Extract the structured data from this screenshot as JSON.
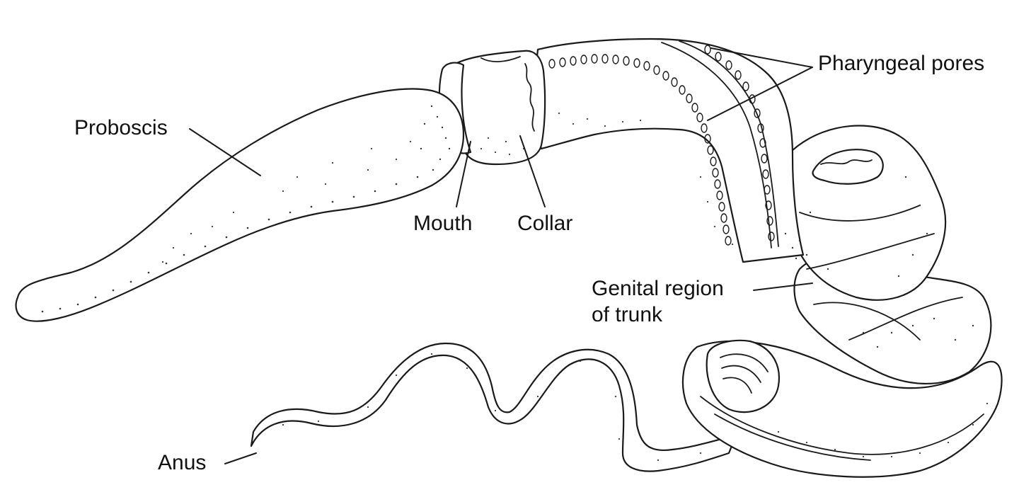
{
  "labels": {
    "proboscis": "Proboscis",
    "mouth": "Mouth",
    "collar": "Collar",
    "pharyngeal_pores": "Pharyngeal pores",
    "genital_region_line1": "Genital region",
    "genital_region_line2": "of trunk",
    "anus": "Anus"
  },
  "colors": {
    "ink": "#1a1a1a",
    "background": "#ffffff"
  }
}
